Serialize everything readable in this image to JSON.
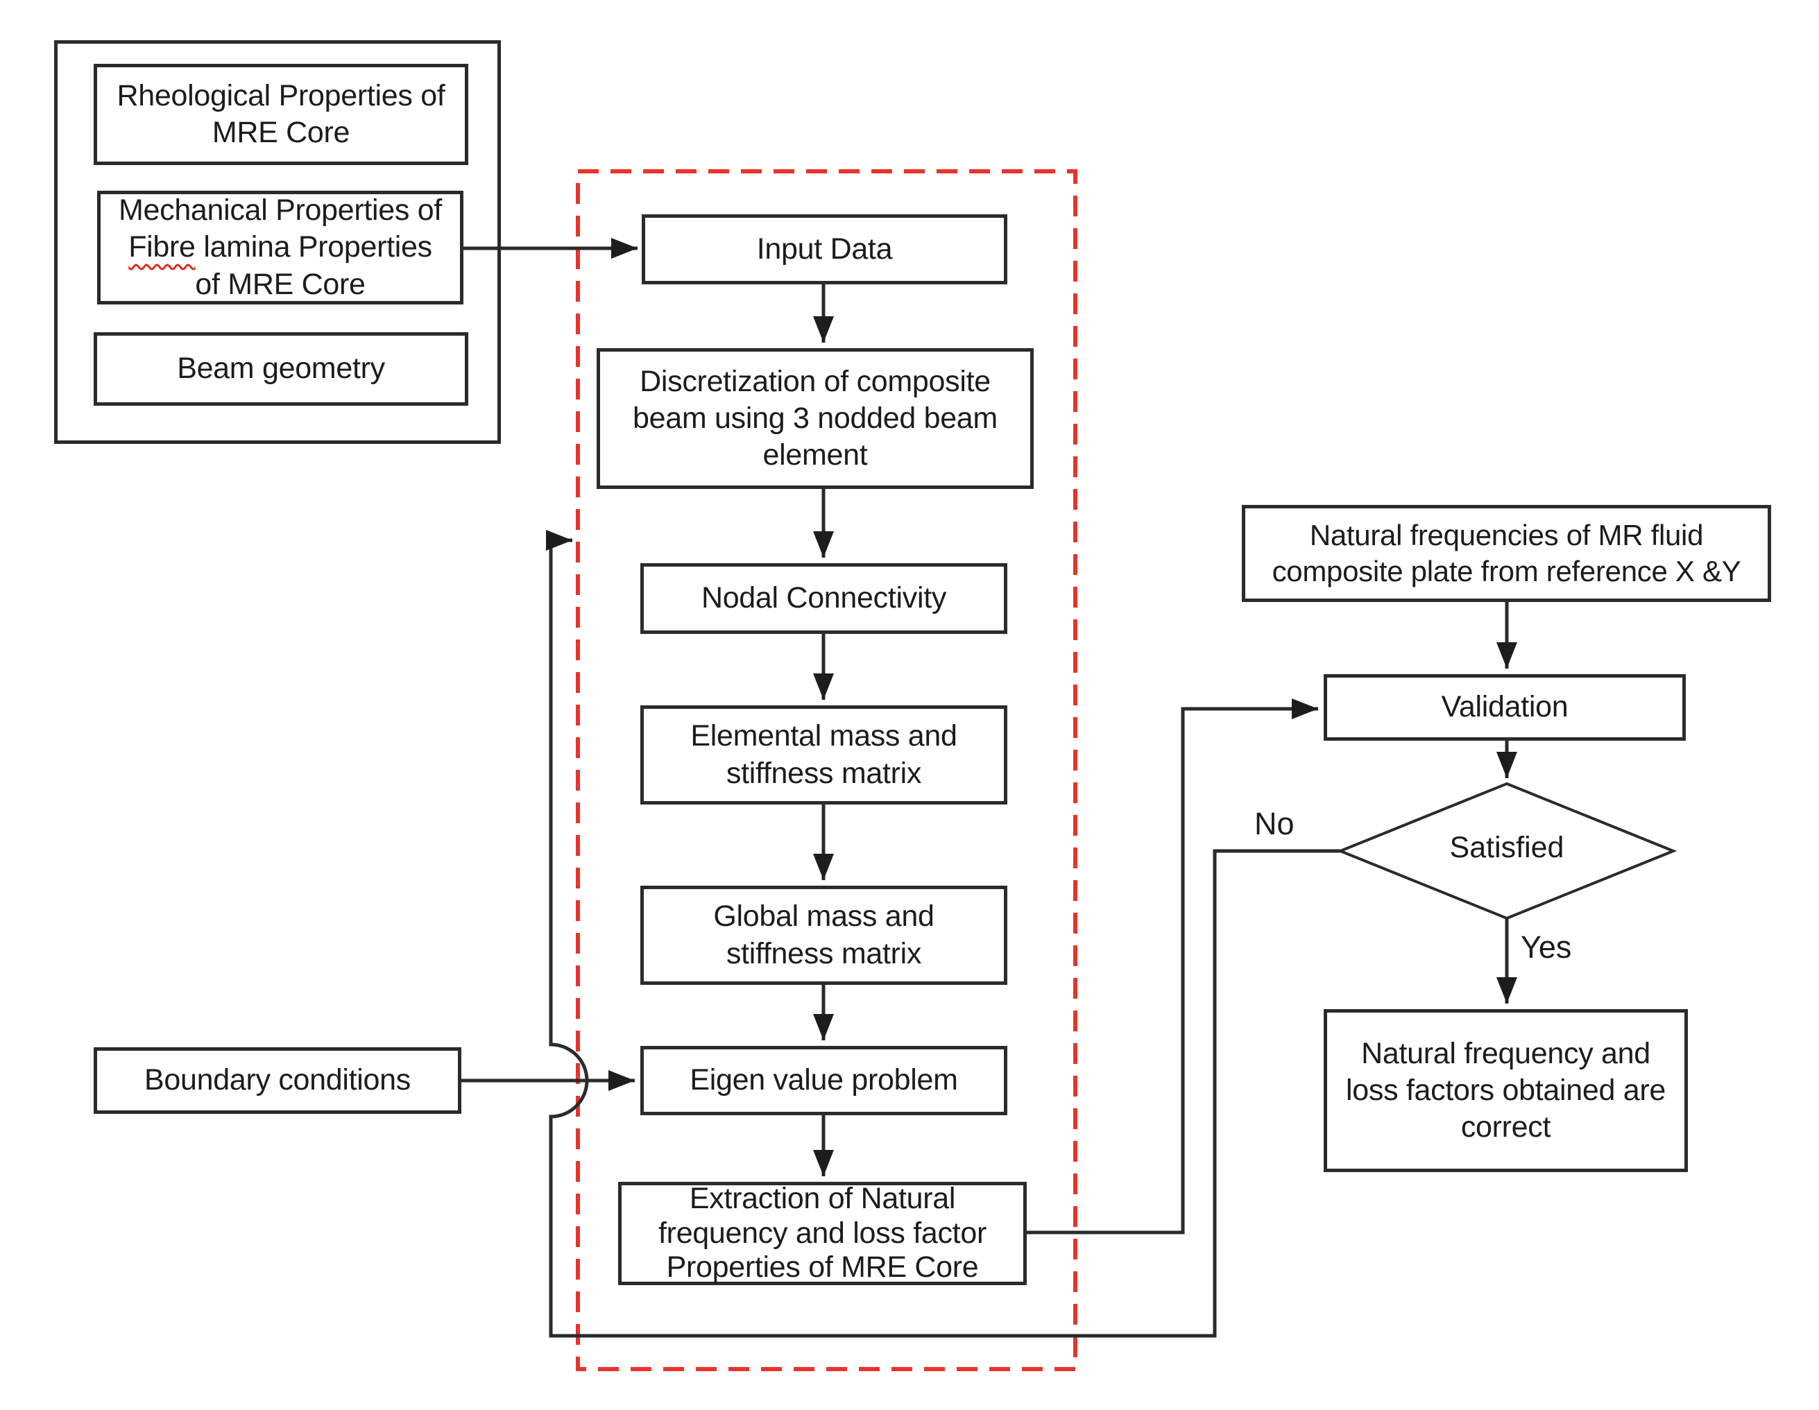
{
  "diagram": {
    "colors": {
      "box_border": "#2b2b2b",
      "connector": "#2b2b2b",
      "text": "#1c1c1c",
      "dashed_region": "#e8342c",
      "spellcheck_underline": "#e02b20",
      "background": "#ffffff"
    },
    "input_group": {
      "rheological": {
        "lines": [
          "Rheological Properties of",
          "MRE Core"
        ]
      },
      "mechanical": {
        "line1": "Mechanical Properties of",
        "wavy_word": "Fibre",
        "line2_rest": "lamina Properties",
        "line3": "of MRE Core"
      },
      "beam_geometry": {
        "label": "Beam geometry"
      },
      "boundary_conditions": {
        "label": "Boundary conditions"
      }
    },
    "fem_block": {
      "input_data": {
        "label": "Input Data"
      },
      "discretization": {
        "lines": [
          "Discretization of composite",
          "beam using 3 nodded beam",
          "element"
        ]
      },
      "nodal_connectivity": {
        "label": "Nodal Connectivity"
      },
      "elemental_matrix": {
        "lines": [
          "Elemental mass and",
          "stiffness matrix"
        ]
      },
      "global_matrix": {
        "lines": [
          "Global mass and",
          "stiffness matrix"
        ]
      },
      "eigen_value": {
        "label": "Eigen value problem"
      },
      "extraction": {
        "lines": [
          "Extraction of Natural",
          "frequency and loss factor",
          "Properties of MRE Core"
        ]
      }
    },
    "validation_block": {
      "reference": {
        "lines": [
          "Natural frequencies of MR fluid",
          "composite plate from reference X &Y"
        ]
      },
      "validation": {
        "label": "Validation"
      },
      "decision": {
        "label": "Satisfied"
      },
      "yes_label": "Yes",
      "no_label": "No",
      "result": {
        "lines": [
          "Natural frequency and",
          "loss factors obtained are",
          "correct"
        ]
      }
    }
  }
}
